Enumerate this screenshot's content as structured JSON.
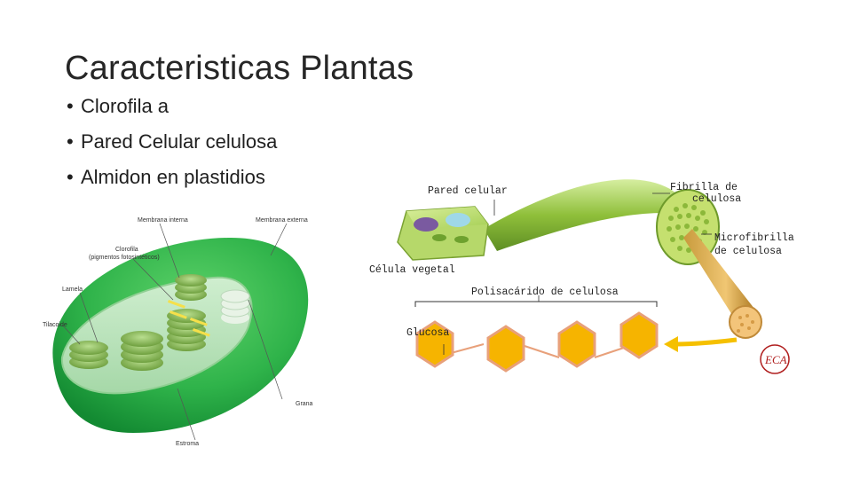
{
  "slide": {
    "title": "Caracteristicas Plantas",
    "bullets": [
      "Clorofila a",
      "Pared Celular celulosa",
      "Almidon en plastidios"
    ]
  },
  "chloroplast_figure": {
    "labels": {
      "membrana_interna": "Membrana interna",
      "membrana_externa": "Membrana externa",
      "clorofila_line1": "Clorofila",
      "clorofila_line2": "(pigmentos fotosintéticos)",
      "lamela": "Lamela",
      "tilacoide": "Tilacoide",
      "grana": "Grana",
      "estroma": "Estroma"
    }
  },
  "cellulose_figure": {
    "labels": {
      "pared_celular": "Pared celular",
      "celula_vegetal": "Célula vegetal",
      "fibrilla_line1": "Fibrilla de",
      "fibrilla_line2": "celulosa",
      "microfibrilla_line1": "Microfibrilla",
      "microfibrilla_line2": "de celulosa",
      "polisacarido": "Polisacárido de celulosa",
      "glucosa": "Glucosa",
      "logo": "ECA"
    },
    "colors": {
      "fiber_green": "#8fbf3a",
      "hexagon_fill": "#f6b400",
      "hexagon_border": "#e8a07a",
      "arrow": "#f5c000"
    }
  }
}
